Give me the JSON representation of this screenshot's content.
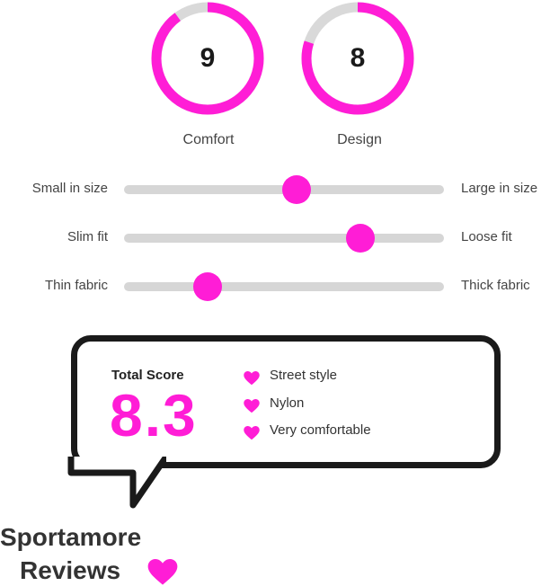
{
  "accent_color": "#ff1dd6",
  "track_color": "#d6d6d6",
  "ratings": [
    {
      "label": "Comfort",
      "value": "9",
      "fraction": 0.9
    },
    {
      "label": "Design",
      "value": "8",
      "fraction": 0.8
    }
  ],
  "sliders": [
    {
      "left_label": "Small in size",
      "right_label": "Large in size",
      "position": 0.54
    },
    {
      "left_label": "Slim fit",
      "right_label": "Loose fit",
      "position": 0.74
    },
    {
      "left_label": "Thin fabric",
      "right_label": "Thick fabric",
      "position": 0.26
    }
  ],
  "score": {
    "label": "Total Score",
    "value": "8.3",
    "features": [
      "Street style",
      "Nylon",
      "Very comfortable"
    ],
    "feature_icon": "heart-icon"
  },
  "brand": {
    "line1": "Sportamore",
    "line2": "Reviews",
    "icon": "heart-icon"
  }
}
